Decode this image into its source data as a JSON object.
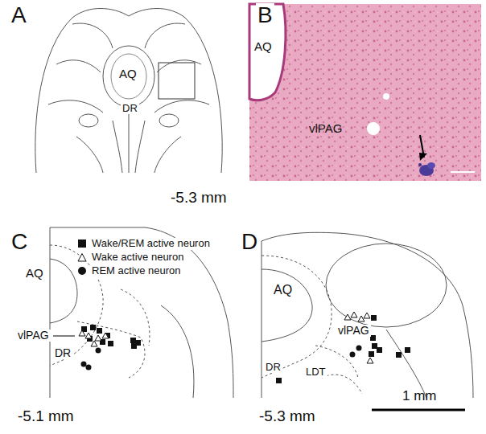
{
  "diagram": {
    "labels": [
      "A",
      "AQ",
      "DR",
      "-5.3 mm",
      "B",
      "AQ",
      "vlPAG",
      "C",
      "AQ",
      "vlPAG",
      "DR",
      "-5.1 mm",
      "D",
      "AQ",
      "vlPAG",
      "DR",
      "LDT",
      "-5.3 mm",
      "1 mm"
    ],
    "legend": [
      {
        "text": "Wake/REM active neuron"
      },
      {
        "text": "Wake active neuron"
      },
      {
        "text": "REM active neuron"
      }
    ]
  }
}
